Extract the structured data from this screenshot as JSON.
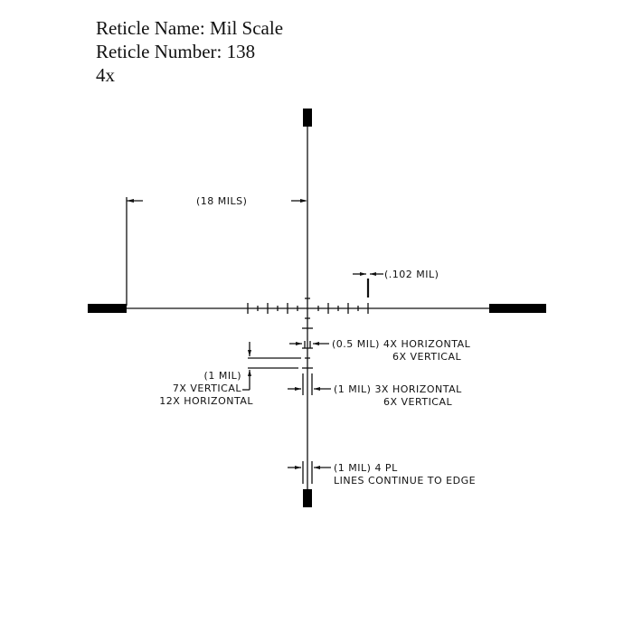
{
  "header": {
    "reticle_name": "Reticle Name: Mil Scale",
    "reticle_number": "Reticle Number: 138",
    "magnification": "4x"
  },
  "annotations": {
    "span": "(18 MILS)",
    "thin_line": "(.102 MIL)",
    "half_mil": "(0.5 MIL)  4X  HORIZONTAL",
    "half_mil_2": "6X  VERTICAL",
    "one_mil_left_1": "(1  MIL)",
    "one_mil_left_2": "7X  VERTICAL",
    "one_mil_left_3": "12X  HORIZONTAL",
    "one_mil_right_1": "(1  MIL)  3X  HORIZONTAL",
    "one_mil_right_2": "6X  VERTICAL",
    "post_1": "(1  MIL)  4  PL",
    "post_2": "LINES  CONTINUE  TO  EDGE"
  }
}
